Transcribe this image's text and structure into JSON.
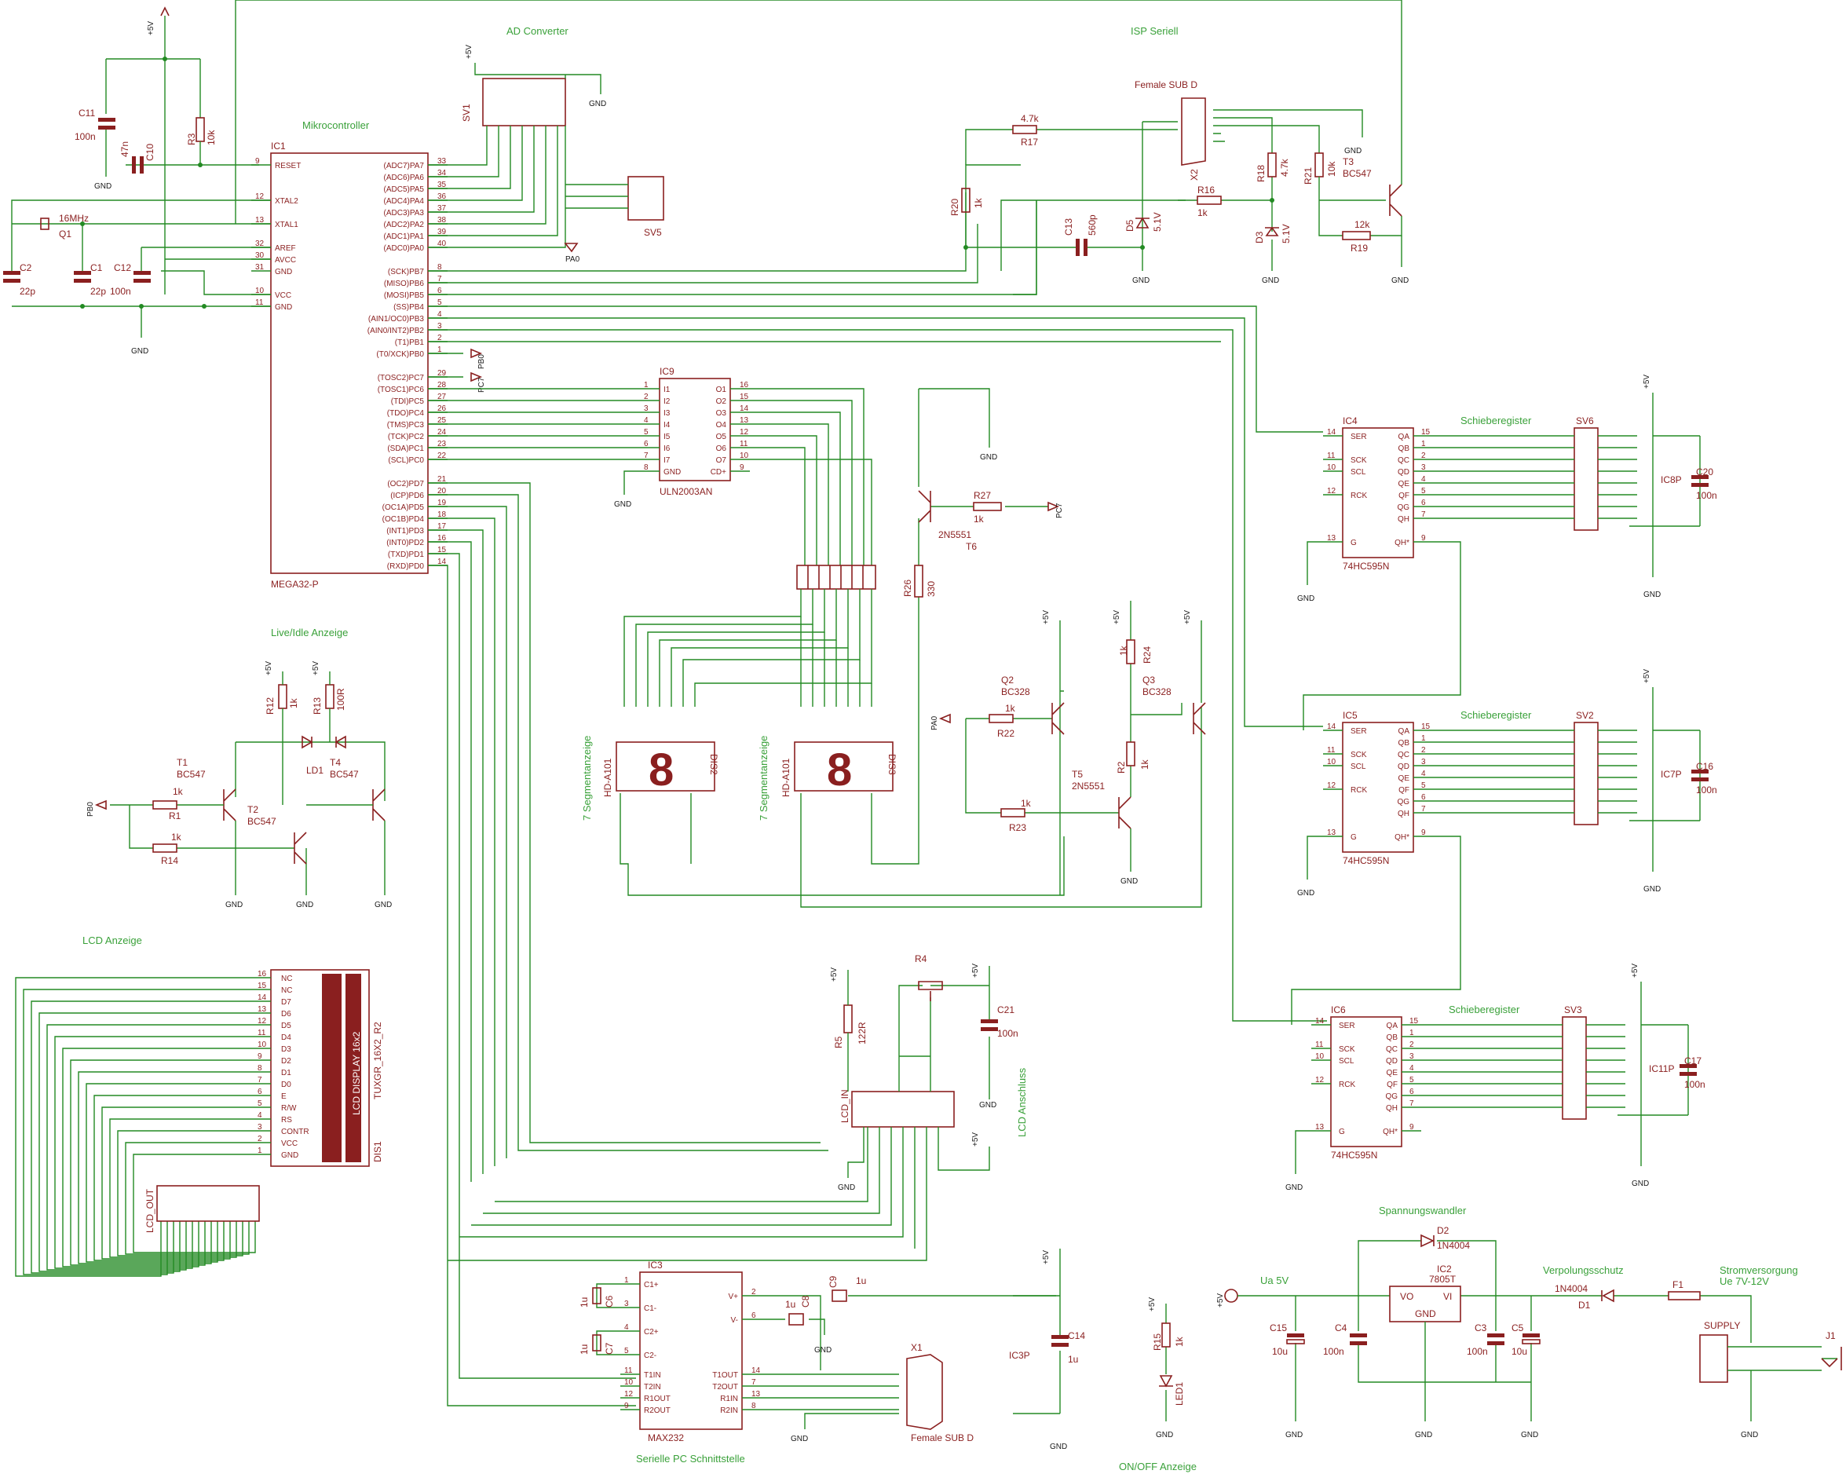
{
  "section_labels": {
    "mcu": "Mikrocontroller",
    "adc": "AD Converter",
    "isp": "ISP Seriell",
    "live": "Live/Idle Anzeige",
    "lcd": "LCD Anzeige",
    "lcd_conn": "LCD Anschluss",
    "serial": "Serielle PC Schnittstelle",
    "onoff": "ON/OFF Anzeige",
    "regulator": "Spannungswandler",
    "polarity": "Verpolungsschutz",
    "supply": "Stromversorgung\nUe 7V-12V",
    "shift1": "Schieberegister",
    "shift2": "Schieberegister",
    "shift3": "Schieberegister",
    "seg1": "7 Segmentanzeige",
    "seg2": "7 Segmentanzeige",
    "ua": "Ua 5V"
  },
  "power": {
    "vcc": "+5V",
    "gnd": "GND"
  },
  "mcu": {
    "name": "IC1",
    "value": "MEGA32-P",
    "left_pins": [
      {
        "n": "9",
        "l": "RESET"
      },
      {
        "n": "12",
        "l": "XTAL2"
      },
      {
        "n": "13",
        "l": "XTAL1"
      },
      {
        "n": "32",
        "l": "AREF"
      },
      {
        "n": "30",
        "l": "AVCC"
      },
      {
        "n": "31",
        "l": "GND"
      },
      {
        "n": "10",
        "l": "VCC"
      },
      {
        "n": "11",
        "l": "GND"
      }
    ],
    "right_pins": [
      {
        "n": "33",
        "l": "(ADC7)PA7"
      },
      {
        "n": "34",
        "l": "(ADC6)PA6"
      },
      {
        "n": "35",
        "l": "(ADC5)PA5"
      },
      {
        "n": "36",
        "l": "(ADC4)PA4"
      },
      {
        "n": "37",
        "l": "(ADC3)PA3"
      },
      {
        "n": "38",
        "l": "(ADC2)PA2"
      },
      {
        "n": "39",
        "l": "(ADC1)PA1"
      },
      {
        "n": "40",
        "l": "(ADC0)PA0"
      },
      {
        "n": "8",
        "l": "(SCK)PB7"
      },
      {
        "n": "7",
        "l": "(MISO)PB6"
      },
      {
        "n": "6",
        "l": "(MOSI)PB5"
      },
      {
        "n": "5",
        "l": "(SS)PB4"
      },
      {
        "n": "4",
        "l": "(AIN1/OC0)PB3"
      },
      {
        "n": "3",
        "l": "(AIN0/INT2)PB2"
      },
      {
        "n": "2",
        "l": "(T1)PB1"
      },
      {
        "n": "1",
        "l": "(T0/XCK)PB0"
      },
      {
        "n": "29",
        "l": "(TOSC2)PC7"
      },
      {
        "n": "28",
        "l": "(TOSC1)PC6"
      },
      {
        "n": "27",
        "l": "(TDI)PC5"
      },
      {
        "n": "26",
        "l": "(TDO)PC4"
      },
      {
        "n": "25",
        "l": "(TMS)PC3"
      },
      {
        "n": "24",
        "l": "(TCK)PC2"
      },
      {
        "n": "23",
        "l": "(SDA)PC1"
      },
      {
        "n": "22",
        "l": "(SCL)PC0"
      },
      {
        "n": "21",
        "l": "(OC2)PD7"
      },
      {
        "n": "20",
        "l": "(ICP)PD6"
      },
      {
        "n": "19",
        "l": "(OC1A)PD5"
      },
      {
        "n": "18",
        "l": "(OC1B)PD4"
      },
      {
        "n": "17",
        "l": "(INT1)PD3"
      },
      {
        "n": "16",
        "l": "(INT0)PD2"
      },
      {
        "n": "15",
        "l": "(TXD)PD1"
      },
      {
        "n": "14",
        "l": "(RXD)PD0"
      }
    ]
  },
  "uln": {
    "name": "IC9",
    "value": "ULN2003AN",
    "left_pins": [
      {
        "n": "1",
        "l": "I1"
      },
      {
        "n": "2",
        "l": "I2"
      },
      {
        "n": "3",
        "l": "I3"
      },
      {
        "n": "4",
        "l": "I4"
      },
      {
        "n": "5",
        "l": "I5"
      },
      {
        "n": "6",
        "l": "I6"
      },
      {
        "n": "7",
        "l": "I7"
      },
      {
        "n": "8",
        "l": "GND"
      }
    ],
    "right_pins": [
      {
        "n": "16",
        "l": "O1"
      },
      {
        "n": "15",
        "l": "O2"
      },
      {
        "n": "14",
        "l": "O3"
      },
      {
        "n": "13",
        "l": "O4"
      },
      {
        "n": "12",
        "l": "O5"
      },
      {
        "n": "11",
        "l": "O6"
      },
      {
        "n": "10",
        "l": "O7"
      },
      {
        "n": "9",
        "l": "CD+"
      }
    ]
  },
  "shift_registers": [
    {
      "name": "IC4",
      "value": "74HC595N",
      "label": "Schieberegister",
      "conn": "SV6",
      "power": "IC8P",
      "cap": "C20",
      "cap_value": "100n"
    },
    {
      "name": "IC5",
      "value": "74HC595N",
      "label": "Schieberegister",
      "conn": "SV2",
      "power": "IC7P",
      "cap": "C16",
      "cap_value": "100n"
    },
    {
      "name": "IC6",
      "value": "74HC595N",
      "label": "Schieberegister",
      "conn": "SV3",
      "power": "IC11P",
      "cap": "C17",
      "cap_value": "100n"
    }
  ],
  "sr_left_pins": [
    {
      "n": "14",
      "l": "SER"
    },
    {
      "n": "11",
      "l": "SCK"
    },
    {
      "n": "10",
      "l": "SCL"
    },
    {
      "n": "12",
      "l": "RCK"
    },
    {
      "n": "13",
      "l": "G"
    }
  ],
  "sr_right_pins": [
    {
      "n": "15",
      "l": "QA"
    },
    {
      "n": "1",
      "l": "QB"
    },
    {
      "n": "2",
      "l": "QC"
    },
    {
      "n": "3",
      "l": "QD"
    },
    {
      "n": "4",
      "l": "QE"
    },
    {
      "n": "5",
      "l": "QF"
    },
    {
      "n": "6",
      "l": "QG"
    },
    {
      "n": "7",
      "l": "QH"
    },
    {
      "n": "9",
      "l": "QH*"
    }
  ],
  "max232": {
    "name": "IC3",
    "value": "MAX232",
    "left_pins": [
      {
        "n": "1",
        "l": "C1+"
      },
      {
        "n": "3",
        "l": "C1-"
      },
      {
        "n": "4",
        "l": "C2+"
      },
      {
        "n": "5",
        "l": "C2-"
      },
      {
        "n": "11",
        "l": "T1IN"
      },
      {
        "n": "10",
        "l": "T2IN"
      },
      {
        "n": "12",
        "l": "R1OUT"
      },
      {
        "n": "9",
        "l": "R2OUT"
      }
    ],
    "right_pins": [
      {
        "n": "2",
        "l": "V+"
      },
      {
        "n": "6",
        "l": "V-"
      },
      {
        "n": "14",
        "l": "T1OUT"
      },
      {
        "n": "7",
        "l": "T2OUT"
      },
      {
        "n": "13",
        "l": "R1IN"
      },
      {
        "n": "8",
        "l": "R2IN"
      }
    ]
  },
  "lcd": {
    "name": "DIS1",
    "value": "TUXGR_16X2_R2",
    "panel": "LCD DISPLAY 16x2",
    "pins": [
      {
        "n": "16",
        "l": "NC"
      },
      {
        "n": "15",
        "l": "NC"
      },
      {
        "n": "14",
        "l": "D7"
      },
      {
        "n": "13",
        "l": "D6"
      },
      {
        "n": "12",
        "l": "D5"
      },
      {
        "n": "11",
        "l": "D4"
      },
      {
        "n": "10",
        "l": "D3"
      },
      {
        "n": "9",
        "l": "D2"
      },
      {
        "n": "8",
        "l": "D1"
      },
      {
        "n": "7",
        "l": "D0"
      },
      {
        "n": "6",
        "l": "E"
      },
      {
        "n": "5",
        "l": "R/W"
      },
      {
        "n": "4",
        "l": "RS"
      },
      {
        "n": "3",
        "l": "CONTR"
      },
      {
        "n": "2",
        "l": "VCC"
      },
      {
        "n": "1",
        "l": "GND"
      }
    ]
  },
  "regulator": {
    "name": "IC2",
    "value": "7805T",
    "vo": "VO",
    "vi": "VI",
    "gnd": "GND"
  },
  "parts": {
    "c11": "C11",
    "c11v": "100n",
    "c10": "C10",
    "c10v": "47n",
    "r3": "R3",
    "r3v": "10k",
    "q1": "Q1",
    "q1v": "16MHz",
    "c2": "C2",
    "c2v": "22p",
    "c1": "C1",
    "c1v": "22p",
    "c12": "C12",
    "c12v": "100n",
    "sv1": "SV1",
    "sv5": "SV5",
    "pa0": "PA0",
    "pb0": "PB0",
    "pc7": "PC7",
    "x2": "X2",
    "x2v": "Female SUB D",
    "r17": "R17",
    "r17v": "4.7k",
    "r20": "R20",
    "r20v": "1k",
    "c13": "C13",
    "c13v": "560p",
    "d5": "D5",
    "d5v": "5.1V",
    "r16": "R16",
    "r16v": "1k",
    "r18": "R18",
    "r18v": "4.7k",
    "d3": "D3",
    "d3v": "5.1V",
    "r21": "R21",
    "r21v": "10k",
    "t3": "T3",
    "t3v": "BC547",
    "r19": "R19",
    "r19v": "12k",
    "r12": "R12",
    "r12v": "1k",
    "r13": "R13",
    "r13v": "100R",
    "ld1": "LD1",
    "t1": "T1",
    "t1v": "BC547",
    "t4": "T4",
    "t4v": "BC547",
    "r1": "R1",
    "r1v": "1k",
    "t2": "T2",
    "t2v": "BC547",
    "r14": "R14",
    "r14v": "1k",
    "t6": "T6",
    "t6v": "2N5551",
    "r27": "R27",
    "r27v": "1k",
    "r26": "R26",
    "r26v": "330",
    "q2": "Q2",
    "q2v": "BC328",
    "r22": "R22",
    "r22v": "1k",
    "q3": "Q3",
    "q3v": "BC328",
    "r24": "R24",
    "r24v": "1k",
    "r2": "R2",
    "r2v": "1k",
    "t5": "T5",
    "t5v": "2N5551",
    "r23": "R23",
    "r23v": "1k",
    "dis2": "DIS2",
    "dis3": "DIS3",
    "hd": "HD-A101",
    "r4": "R4",
    "r5": "R5",
    "r5v": "122R",
    "c21": "C21",
    "c21v": "100n",
    "lcd_in": "LCD_IN",
    "lcd_out": "LCD_OUT",
    "c6": "C6",
    "c6v": "1u",
    "c7": "C7",
    "c7v": "1u",
    "c9": "C9",
    "c9v": "1u",
    "c8": "C8",
    "c8v": "1u",
    "x1": "X1",
    "x1v": "Female SUB D",
    "ic3p": "IC3P",
    "c14": "C14",
    "c14v": "1u",
    "r15": "R15",
    "r15v": "1k",
    "led1": "LED1",
    "c15": "C15",
    "c15v": "10u",
    "c4": "C4",
    "c4v": "100n",
    "c3": "C3",
    "c3v": "100n",
    "c5": "C5",
    "c5v": "10u",
    "d2": "D2",
    "d2v": "1N4004",
    "d1": "D1",
    "d1v": "1N4004",
    "f1": "F1",
    "supply": "SUPPLY",
    "j1": "J1"
  }
}
